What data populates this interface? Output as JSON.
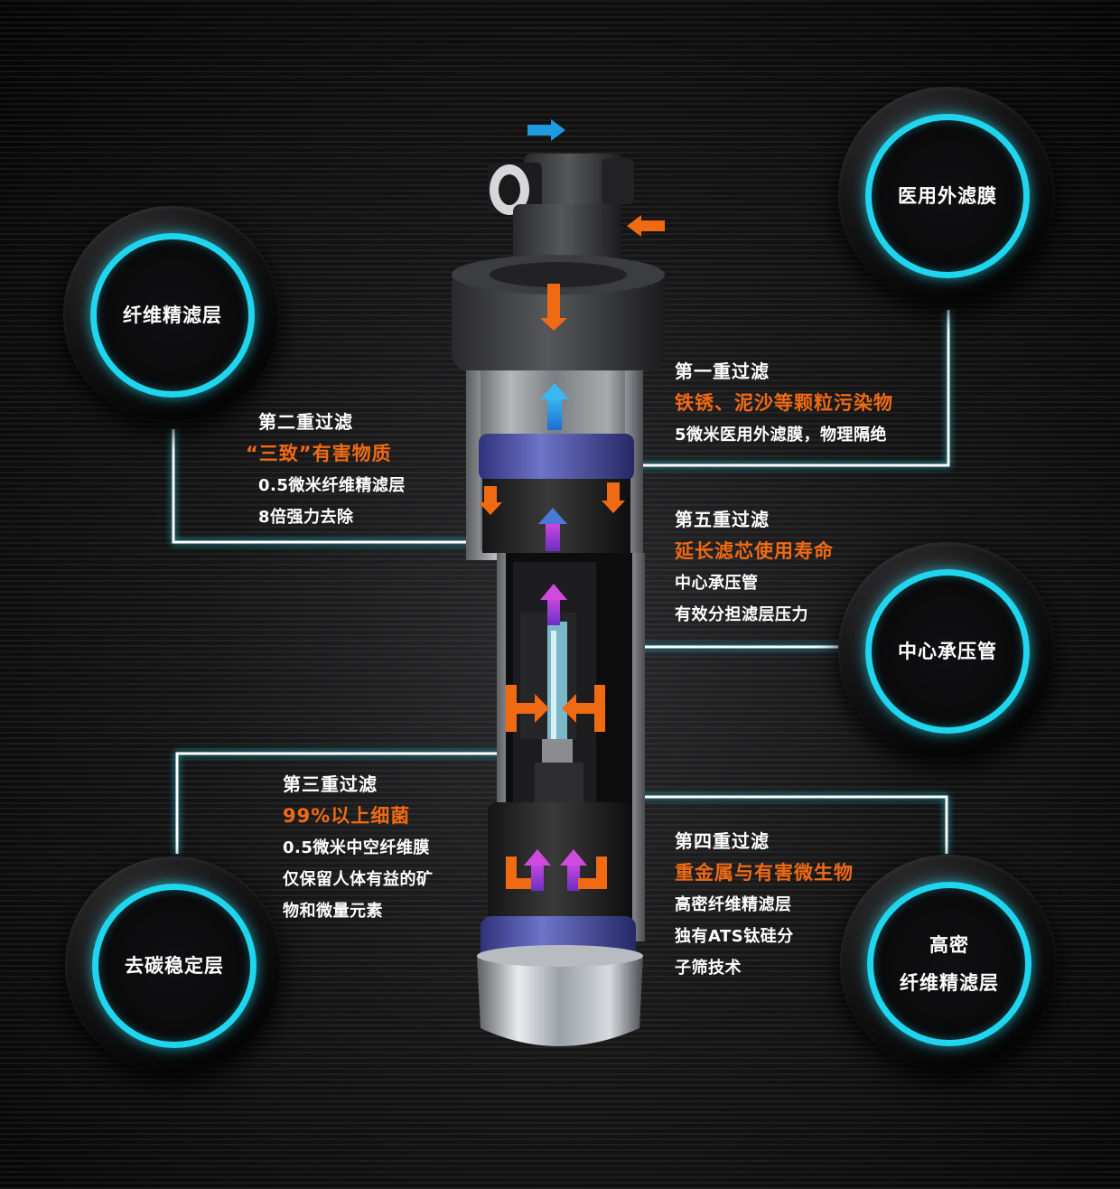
{
  "badges": {
    "medical_outer_membrane": "医用外滤膜",
    "fiber_fine_layer": "纤维精滤层",
    "center_pressure_pipe": "中心承压管",
    "decarbon_stable_layer": "去碳稳定层",
    "high_density_line1": "高密",
    "high_density_line2": "纤维精滤层"
  },
  "stages": {
    "stage1": {
      "title": "第一重过滤",
      "highlight": "铁锈、泥沙等颗粒污染物",
      "lines": [
        "5微米医用外滤膜，物理隔绝"
      ]
    },
    "stage2": {
      "title": "第二重过滤",
      "highlight": "“三致”有害物质",
      "lines": [
        "0.5微米纤维精滤层",
        "8倍强力去除"
      ]
    },
    "stage3": {
      "title": "第三重过滤",
      "highlight": "99%以上细菌",
      "lines": [
        "0.5微米中空纤维膜",
        "仅保留人体有益的矿",
        "物和微量元素"
      ]
    },
    "stage4": {
      "title": "第四重过滤",
      "highlight": "重金属与有害微生物",
      "lines": [
        "高密纤维精滤层",
        "独有ATS钛硅分",
        "子筛技术"
      ]
    },
    "stage5": {
      "title": "第五重过滤",
      "highlight": "延长滤芯使用寿命",
      "lines": [
        "中心承压管",
        "有效分担滤层压力"
      ]
    }
  },
  "colors": {
    "accent_cyan": "#1fd6ee",
    "highlight_orange": "#f06a14",
    "flow_blue": "#1e9be0",
    "flow_purple": "#b04ad8"
  },
  "icons": [
    "water-in-arrow-icon",
    "water-out-arrow-icon",
    "flow-arrow-icon"
  ]
}
